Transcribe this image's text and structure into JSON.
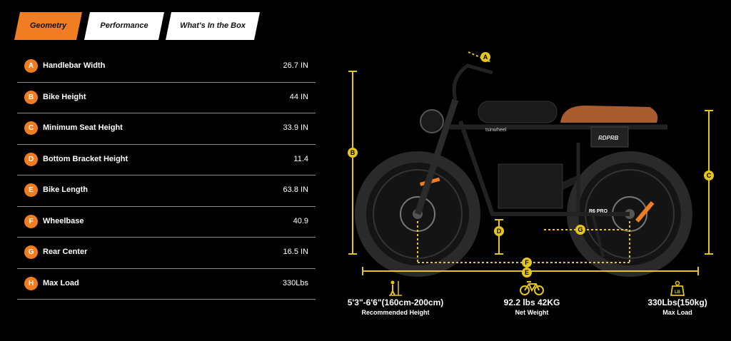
{
  "tabs": [
    {
      "label": "Geometry",
      "active": true
    },
    {
      "label": "Performance",
      "active": false
    },
    {
      "label": "What's In the Box",
      "active": false
    }
  ],
  "specs": [
    {
      "key": "A",
      "label": "Handlebar Width",
      "value": "26.7 IN"
    },
    {
      "key": "B",
      "label": "Bike Height",
      "value": "44 IN"
    },
    {
      "key": "C",
      "label": "Minimum Seat Height",
      "value": "33.9 IN"
    },
    {
      "key": "D",
      "label": "Bottom Bracket Height",
      "value": "11.4"
    },
    {
      "key": "E",
      "label": "Bike Length",
      "value": "63.8 IN"
    },
    {
      "key": "F",
      "label": "Wheelbase",
      "value": "40.9"
    },
    {
      "key": "G",
      "label": "Rear Center",
      "value": "16.5 IN"
    },
    {
      "key": "H",
      "label": "Max Load",
      "value": "330Lbs"
    }
  ],
  "diagram": {
    "brand_text": "tsinwheel",
    "model_text": "R6 PRO",
    "logo_text": "RDPRB",
    "markers": [
      "A",
      "B",
      "C",
      "D",
      "E",
      "F",
      "G"
    ]
  },
  "stats": [
    {
      "value": "5'3\"-6'6\"(160cm-200cm)",
      "label": "Recommended Height",
      "icon": "person-height-icon"
    },
    {
      "value": "92.2 lbs 42KG",
      "label": "Net Weight",
      "icon": "bike-icon"
    },
    {
      "value": "330Lbs(150kg)",
      "label": "Max Load",
      "icon": "weight-icon"
    }
  ],
  "colors": {
    "accent": "#f07d21",
    "dimension": "#e6c51c",
    "background": "#000000"
  }
}
